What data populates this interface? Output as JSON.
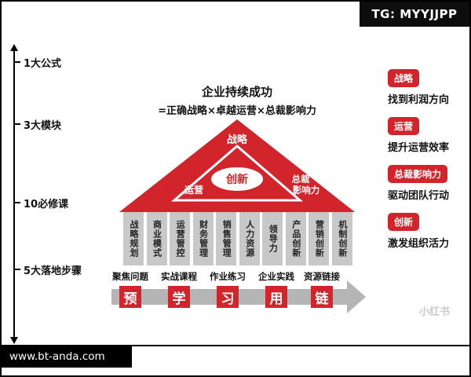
{
  "frame": {
    "tg_badge": "TG: MYYJJPP",
    "footer_url": "www.bt-anda.com",
    "watermark": "小红书"
  },
  "axis": {
    "items": [
      {
        "label": "1大公式"
      },
      {
        "label": "3大模块"
      },
      {
        "label": "10必修课"
      },
      {
        "label": "5大落地步骤"
      }
    ]
  },
  "title": {
    "line1": "企业持续成功",
    "line2": "=正确战略×卓越运营×总裁影响力"
  },
  "pyramid": {
    "top_label": "战略",
    "center_label": "创新",
    "left_label": "运营",
    "right_label_line1": "总裁",
    "right_label_line2": "影响力",
    "columns": [
      "战略规划",
      "商业模式",
      "运营管控",
      "财务管理",
      "销售管理",
      "人力资源",
      "领导力",
      "产品创新",
      "营销创新",
      "机制创新"
    ]
  },
  "process": {
    "steps": [
      {
        "label": "聚焦问题",
        "letter": "预"
      },
      {
        "label": "实战课程",
        "letter": "学"
      },
      {
        "label": "作业练习",
        "letter": "习"
      },
      {
        "label": "企业实践",
        "letter": "用"
      },
      {
        "label": "资源链接",
        "letter": "链"
      }
    ]
  },
  "legend": {
    "items": [
      {
        "badge": "战略",
        "text": "找到利润方向"
      },
      {
        "badge": "运营",
        "text": "提升运营效率"
      },
      {
        "badge": "总裁影响力",
        "text": "驱动团队行动"
      },
      {
        "badge": "创新",
        "text": "激发组织活力"
      }
    ]
  },
  "colors": {
    "red": "#d2242b",
    "column_gray": "#c8c8c8",
    "arrow_gray": "#b5b5b5"
  }
}
